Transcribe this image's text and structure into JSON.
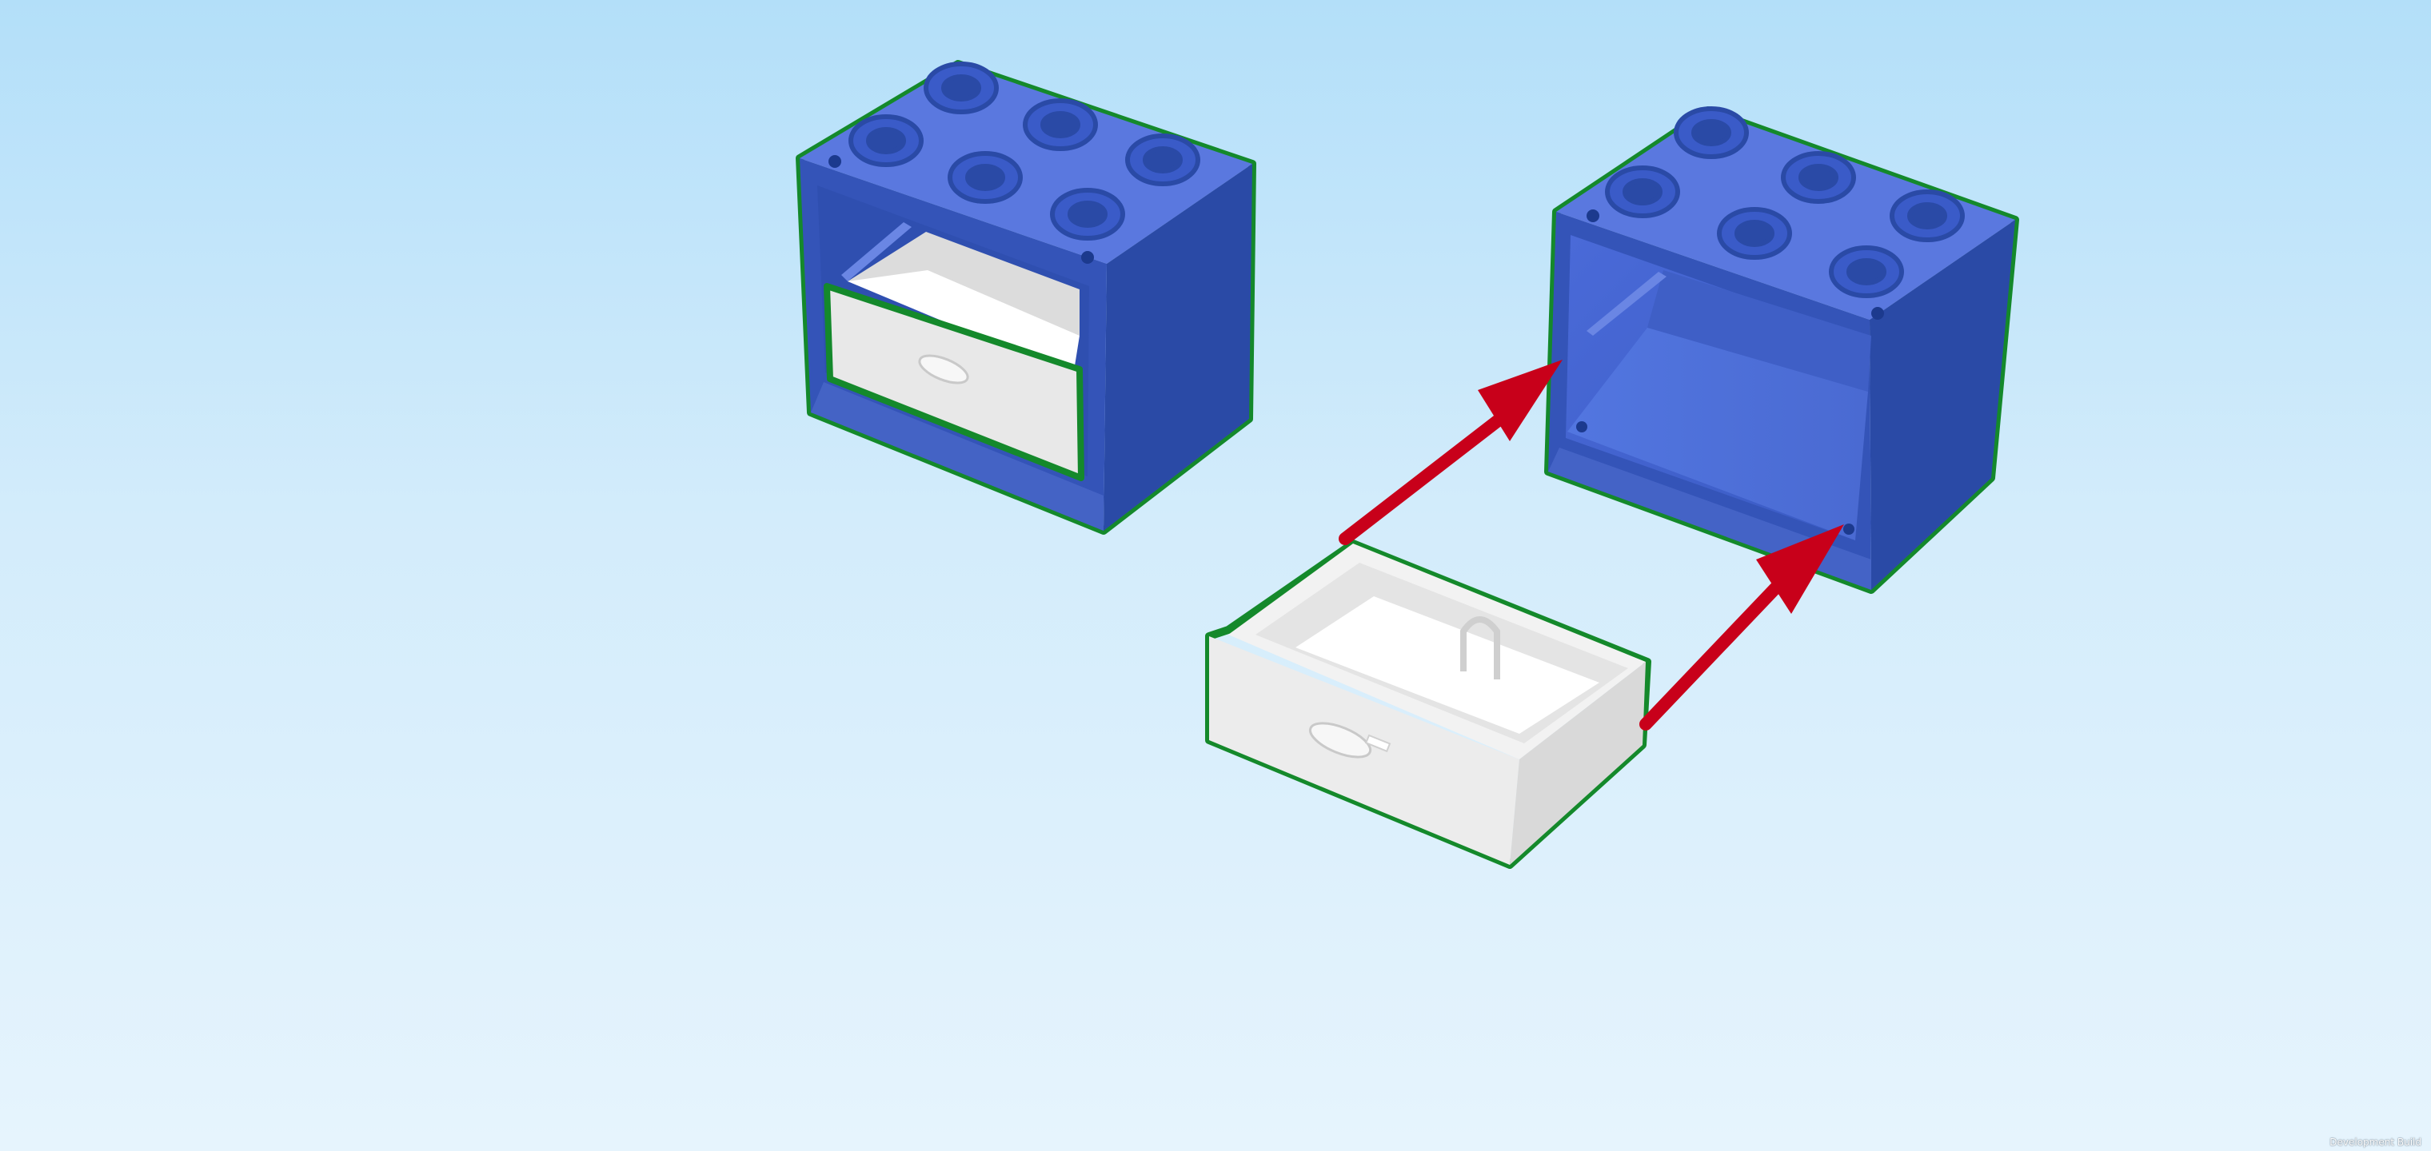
{
  "viewport": {
    "background_top": "#b3dff9",
    "background_bottom": "#e6f4fd",
    "build_label": "Development Build"
  },
  "colors": {
    "cabinet_top": "#5a78df",
    "cabinet_front": "#3454b8",
    "cabinet_side": "#2a4aa6",
    "stud_ring": "#3a5bc8",
    "selection_outline": "#14892b",
    "drawer_white": "#eeeeee",
    "drawer_shadow": "#cfcfcf",
    "arrow_red": "#c8001a"
  },
  "scene": {
    "parts": [
      {
        "name": "cabinet-with-drawer",
        "color": "blue",
        "selected": true
      },
      {
        "name": "drawer-loose",
        "color": "white",
        "selected": true
      },
      {
        "name": "cabinet-empty",
        "color": "blue",
        "selected": true
      }
    ],
    "arrows": [
      {
        "name": "insert-arrow-upper",
        "color": "#c8001a"
      },
      {
        "name": "insert-arrow-lower",
        "color": "#c8001a"
      }
    ]
  }
}
